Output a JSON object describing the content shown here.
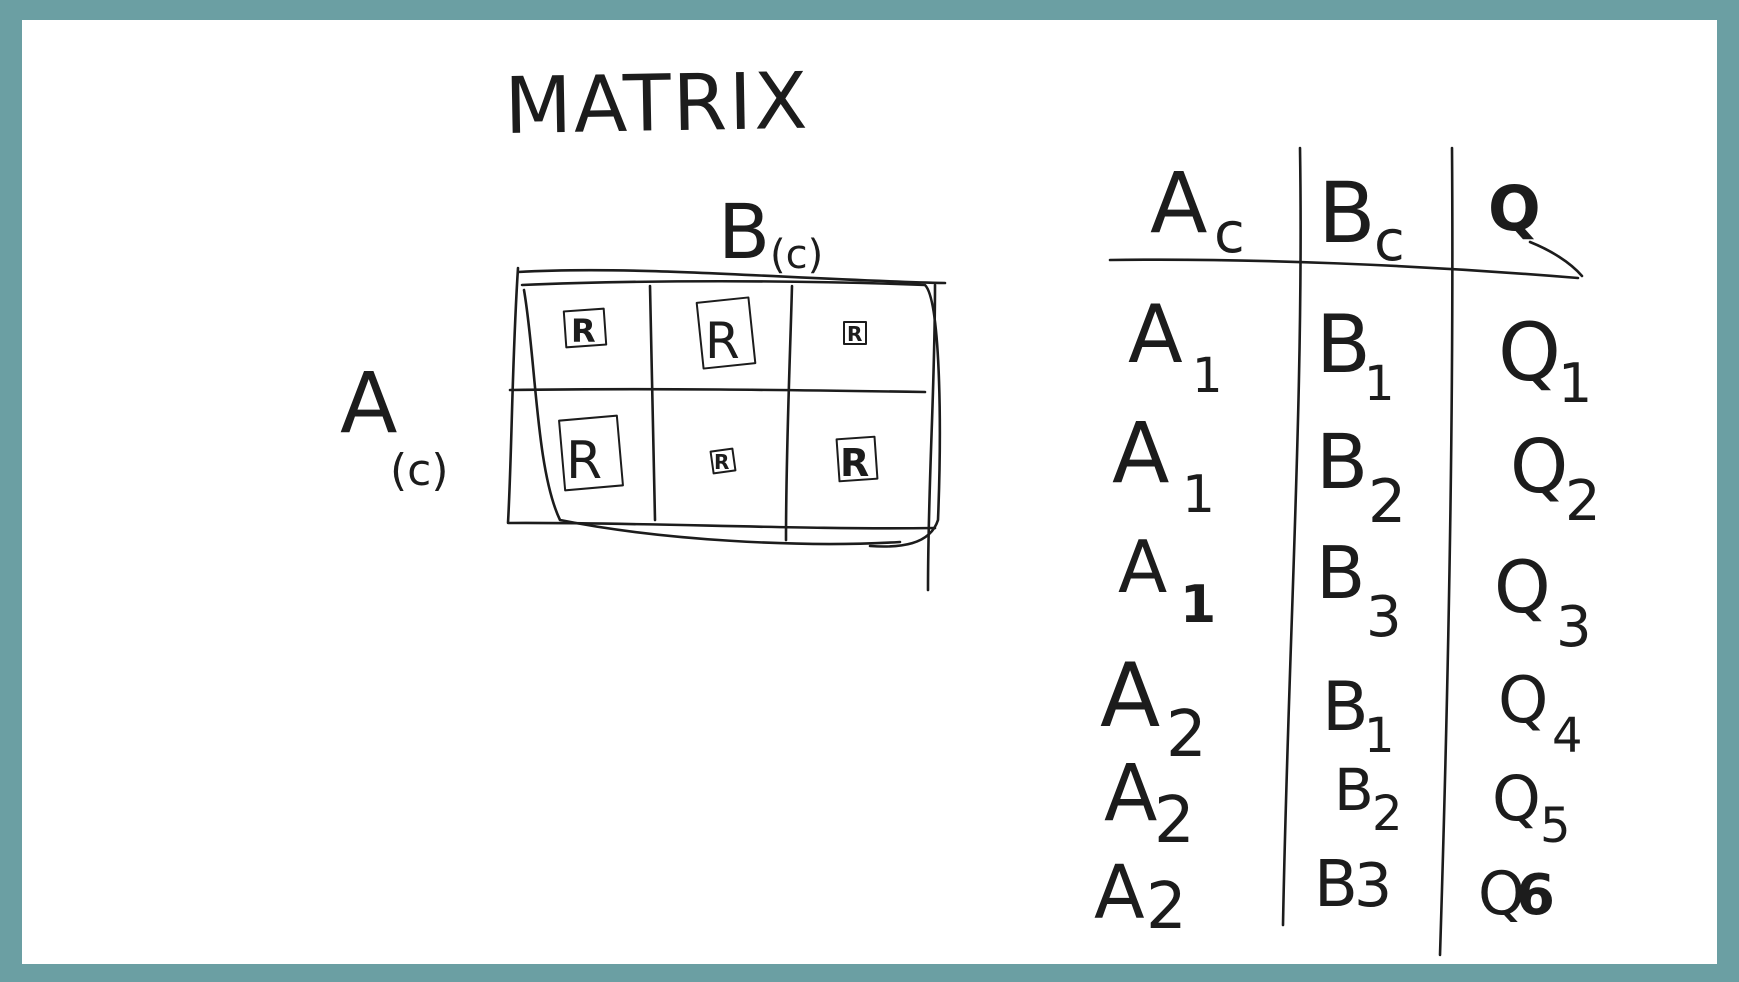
{
  "board": {
    "frame_color": "#6b9fa3",
    "ink_color": "#1c1c1c"
  },
  "matrix": {
    "title": "MATRIX",
    "column_label": "B",
    "column_label_sub": "(c)",
    "row_label": "A",
    "row_label_sub": "(c)",
    "cells": [
      [
        "R",
        "R",
        "R"
      ],
      [
        "R",
        "R",
        "R"
      ]
    ]
  },
  "table": {
    "headers": [
      {
        "main": "A",
        "sub": "c"
      },
      {
        "main": "B",
        "sub": "c"
      },
      {
        "main": "Q",
        "sub": ""
      }
    ],
    "rows": [
      [
        {
          "main": "A",
          "sub": "1"
        },
        {
          "main": "B",
          "sub": "1"
        },
        {
          "main": "Q",
          "sub": "1"
        }
      ],
      [
        {
          "main": "A",
          "sub": "1"
        },
        {
          "main": "B",
          "sub": "2"
        },
        {
          "main": "Q",
          "sub": "2"
        }
      ],
      [
        {
          "main": "A",
          "sub": "1"
        },
        {
          "main": "B",
          "sub": "3"
        },
        {
          "main": "Q",
          "sub": "3"
        }
      ],
      [
        {
          "main": "A",
          "sub": "2"
        },
        {
          "main": "B",
          "sub": "1"
        },
        {
          "main": "Q",
          "sub": "4"
        }
      ],
      [
        {
          "main": "A",
          "sub": "2"
        },
        {
          "main": "B",
          "sub": "2"
        },
        {
          "main": "Q",
          "sub": "5"
        }
      ],
      [
        {
          "main": "A",
          "sub": "2"
        },
        {
          "main": "B",
          "sub": "3"
        },
        {
          "main": "Q",
          "sub": "6"
        }
      ]
    ]
  }
}
